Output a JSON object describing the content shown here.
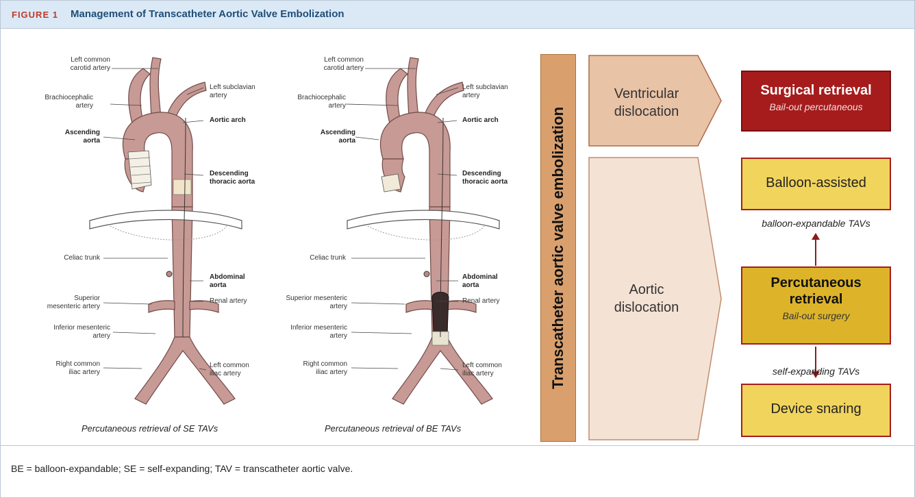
{
  "figure": {
    "label": "FIGURE 1",
    "title": "Management of Transcatheter Aortic Valve Embolization",
    "footnote": "BE = balloon-expandable; SE = self-expanding; TAV = transcatheter aortic valve."
  },
  "left_panel": {
    "labels": {
      "left_common_carotid": "Left common\ncarotid artery",
      "left_subclavian": "Left subclavian\nartery",
      "brachiocephalic": "Brachiocephalic\nartery",
      "aortic_arch": "Aortic arch",
      "ascending_aorta": "Ascending\naorta",
      "descending_thoracic": "Descending\nthoracic aorta",
      "celiac_trunk": "Celiac trunk",
      "abdominal_aorta": "Abdominal\naorta",
      "superior_mesenteric": "Superior\nmesenteric artery",
      "renal_artery": "Renal artery",
      "inferior_mesenteric": "Inferior mesenteric\nartery",
      "right_common_iliac": "Right common\niliac artery",
      "left_common_iliac": "Left common\niliac artery"
    },
    "caption": "Percutaneous retrieval of SE TAVs"
  },
  "middle_panel": {
    "labels": {
      "left_common_carotid": "Left common\ncarotid artery",
      "left_subclavian": "Left subclavian\nartery",
      "brachiocephalic": "Brachiocephalic\nartery",
      "aortic_arch": "Aortic arch",
      "ascending_aorta": "Ascending\naorta",
      "descending_thoracic": "Descending\nthoracic aorta",
      "celiac_trunk": "Celiac trunk",
      "abdominal_aorta": "Abdominal\naorta",
      "superior_mesenteric": "Superior mesenteric\nartery",
      "renal_artery": "Renal artery",
      "inferior_mesenteric": "Inferior mesenteric\nartery",
      "right_common_iliac": "Right common\niliac artery",
      "left_common_iliac": "Left common\niliac artery"
    },
    "caption": "Percutaneous retrieval of BE TAVs"
  },
  "flow": {
    "vertical_title": "Transcatheter aortic valve embolization",
    "ventricular": "Ventricular\ndislocation",
    "aortic": "Aortic\ndislocation",
    "surgical": {
      "title": "Surgical retrieval",
      "sub": "Bail-out percutaneous"
    },
    "balloon": {
      "title": "Balloon-assisted"
    },
    "balloon_note": "balloon-expandable TAVs",
    "percutaneous": {
      "title": "Percutaneous\nretrieval",
      "sub": "Bail-out surgery"
    },
    "self_note": "self-expanding TAVs",
    "snaring": {
      "title": "Device snaring"
    }
  },
  "colors": {
    "vessel": "#b98a86",
    "vbar": "#d9a06e",
    "ventricular_arrow": "#e8c3a6",
    "aortic_arrow": "#f4e2d5",
    "surgical": "#a61c1c",
    "balloon": "#f1d45c",
    "percutaneous": "#ddb429"
  }
}
